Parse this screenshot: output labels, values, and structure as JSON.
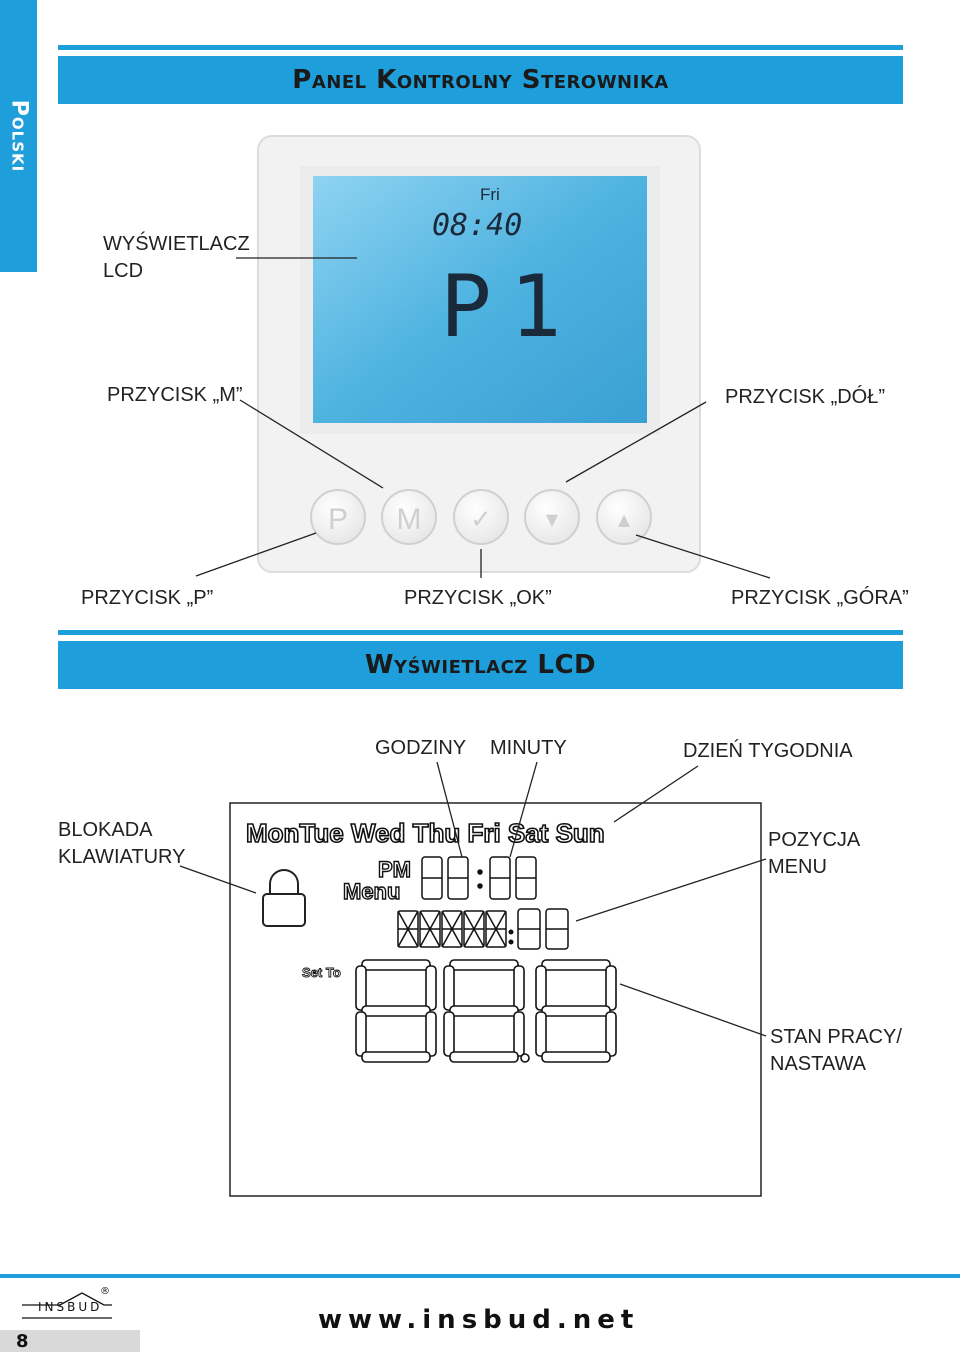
{
  "side_tab": "Polski",
  "section1_title": "Panel Kontrolny Sterownika",
  "section2_title": "Wyświetlacz LCD",
  "device": {
    "day": "Fri",
    "time": "08:40",
    "program": "P1",
    "buttons": [
      "P",
      "M",
      "✓",
      "▼",
      "▲"
    ]
  },
  "callouts1": {
    "lcd": "WYŚWIETLACZ\nLCD",
    "m_button": "PRZYCISK „M”",
    "down_button": "PRZYCISK „DÓŁ”",
    "p_button": "PRZYCISK „P”",
    "ok_button": "PRZYCISK „OK”",
    "up_button": "PRZYCISK „GÓRA”"
  },
  "callouts2": {
    "hours": "GODZINY",
    "minutes": "MINUTY",
    "weekday": "DZIEŃ TYGODNIA",
    "keylock": "BLOKADA\nKLAWIATURY",
    "menu_position": "POZYCJA\nMENU",
    "state": "STAN PRACY/\nNASTAWA"
  },
  "lcd_diagram": {
    "days": "MonTue  Wed Thu Fri Sat Sun",
    "pm": "PM",
    "menu": "Menu",
    "set_to": "Set To"
  },
  "footer": {
    "page_number": "8",
    "url": "www.insbud.net",
    "logo": "INSBUD",
    "registered": "®"
  },
  "colors": {
    "accent": "#1e9fdb",
    "lcd_screen": "#4fb3e0"
  }
}
